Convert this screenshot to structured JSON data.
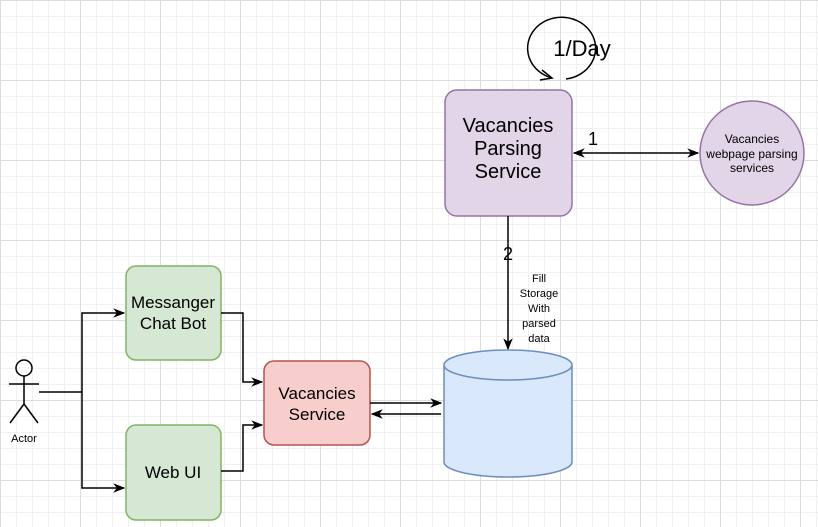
{
  "nodes": {
    "parsing_service": {
      "line1": "Vacancies",
      "line2": "Parsing",
      "line3": "Service",
      "fill": "#e1d5e7",
      "stroke": "#9673a6"
    },
    "webpage_parsing": {
      "line1": "Vacancies",
      "line2": "webpage parsing",
      "line3": "services",
      "fill": "#e1d5e7",
      "stroke": "#9673a6"
    },
    "schedule": {
      "label": "1/Day"
    },
    "chat_bot": {
      "line1": "Messanger",
      "line2": "Chat Bot",
      "fill": "#d5e8d4",
      "stroke": "#82b366"
    },
    "web_ui": {
      "label": "Web UI",
      "fill": "#d5e8d4",
      "stroke": "#82b366"
    },
    "vacancies_service": {
      "line1": "Vacancies",
      "line2": "Service",
      "fill": "#f8cecc",
      "stroke": "#b85450"
    },
    "storage": {
      "fill": "#dae8fc",
      "stroke": "#6c8ebf"
    },
    "actor": {
      "label": "Actor"
    }
  },
  "edges": {
    "parsing_to_webpage": {
      "label": "1"
    },
    "parsing_to_storage": {
      "label": "2",
      "note_line1": "Fill",
      "note_line2": "Storage",
      "note_line3": "With",
      "note_line4": "parsed",
      "note_line5": "data"
    }
  }
}
